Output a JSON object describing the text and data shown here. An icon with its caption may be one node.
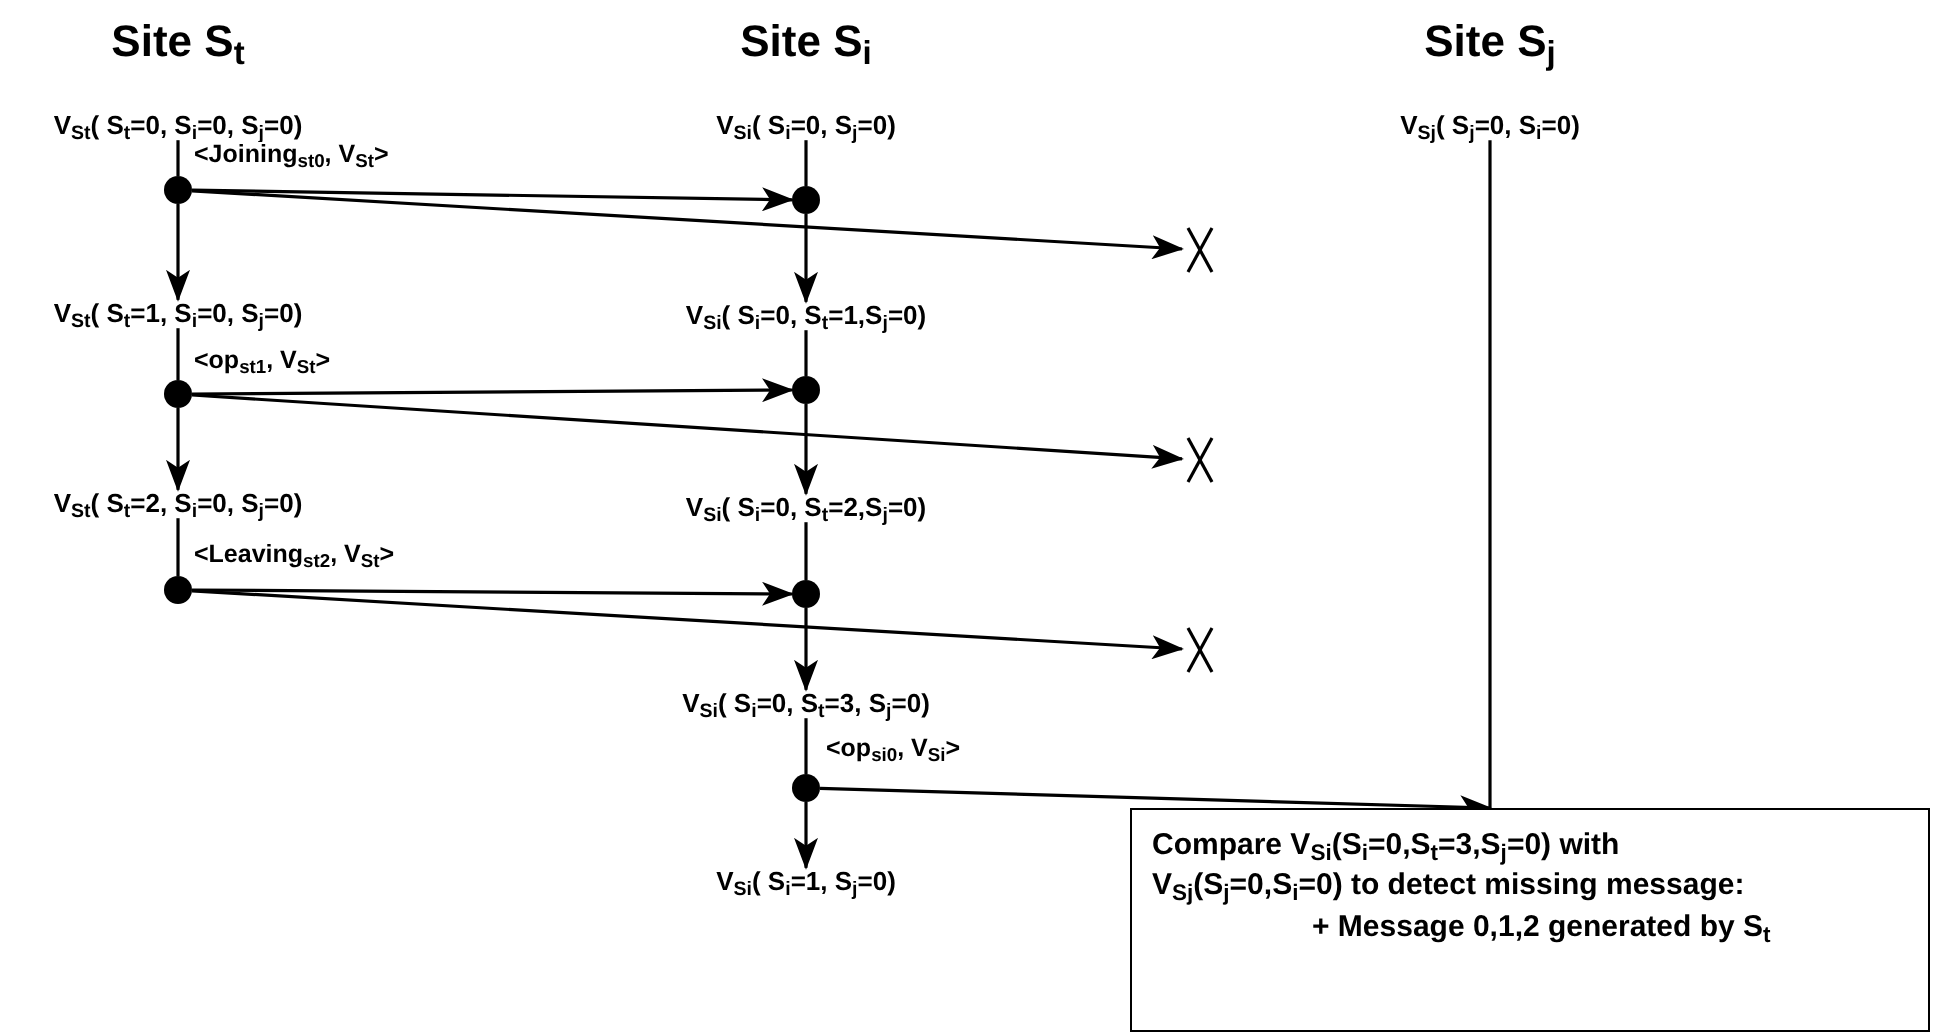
{
  "diagram": {
    "nodes": [
      {
        "text": [
          "V$_{St}$( S$_{t}$=0, S$_{i}$=0, S$_{j}$=0)"
        ]
      },
      {
        "text": [
          "V$_{Si}$( S$_{i}$=0, S$_{j}$=0)"
        ]
      },
      {
        "text": [
          "V$_{Sj}$( S$_{j}$=0, S$_{i}$=0)"
        ]
      },
      {
        "text": [],
        "shape": "circle"
      },
      {
        "text": [],
        "shape": "circle"
      },
      {
        "text": [],
        "shape": "cross"
      },
      {
        "text": [
          "V$_{St}$( S$_{t}$=1, S$_{i}$=0, S$_{j}$=0)"
        ]
      },
      {
        "text": [
          "V$_{Si}$( S$_{i}$=0, S$_{t}$=1,S$_{j}$=0)"
        ]
      },
      {
        "text": [],
        "shape": "circle"
      },
      {
        "text": [],
        "shape": "circle"
      },
      {
        "text": [],
        "shape": "cross"
      },
      {
        "text": [
          "V$_{St}$( S$_{t}$=2, S$_{i}$=0, S$_{j}$=0)"
        ]
      },
      {
        "text": [
          "V$_{Si}$( S$_{i}$=0, S$_{t}$=2,S$_{j}$=0)"
        ]
      },
      {
        "text": [],
        "shape": "circle"
      },
      {
        "text": [],
        "shape": "circle"
      },
      {
        "text": [],
        "shape": "cross"
      },
      {
        "text": [
          "V$_{Si}$( S$_{i}$=0, S$_{t}$=3, S$_{j}$=0)"
        ]
      },
      {
        "text": [],
        "shape": "circle"
      },
      {
        "text": [
          "V$_{Si}$( S$_{i}$=1, S$_{j}$=0)"
        ]
      },
      {
        "text": [
          "Compare V$_{Si}$(S$_{i}$=0,S$_{t}$=3,S$_{j}$=0) with V$_{Sj}$(S$_{j}$=0,S$_{i}$=0) to detect missing message:",
          "+ Message 0,1,2 generated by S$_{t}$"
        ]
      }
    ],
    "edges": [
      {
        "from": 0,
        "to": 3,
        "arrow": "none"
      },
      {
        "from": 3,
        "to": 6,
        "arrow": "to"
      },
      {
        "from": 3,
        "to": 4,
        "arrow": "to",
        "label": "<Joining$_{st0}$, V$_{St}$>"
      },
      {
        "from": 3,
        "to": 5,
        "arrow": "to"
      },
      {
        "from": 1,
        "to": 4,
        "arrow": "none"
      },
      {
        "from": 4,
        "to": 7,
        "arrow": "to"
      },
      {
        "from": 6,
        "to": 8,
        "arrow": "none"
      },
      {
        "from": 8,
        "to": 11,
        "arrow": "to"
      },
      {
        "from": 8,
        "to": 9,
        "arrow": "to",
        "label": "<op$_{st1}$, V$_{St}$>"
      },
      {
        "from": 8,
        "to": 10,
        "arrow": "to"
      },
      {
        "from": 7,
        "to": 9,
        "arrow": "none"
      },
      {
        "from": 9,
        "to": 12,
        "arrow": "to"
      },
      {
        "from": 11,
        "to": 13,
        "arrow": "none"
      },
      {
        "from": 13,
        "to": 14,
        "arrow": "to",
        "label": "<Leaving$_{st2}$, V$_{St}$>"
      },
      {
        "from": 13,
        "to": 15,
        "arrow": "to"
      },
      {
        "from": 12,
        "to": 14,
        "arrow": "none"
      },
      {
        "from": 14,
        "to": 16,
        "arrow": "to"
      },
      {
        "from": 16,
        "to": 17,
        "arrow": "none"
      },
      {
        "from": 17,
        "to": 18,
        "arrow": "to"
      },
      {
        "from": 17,
        "to": 19,
        "arrow": "to",
        "label": "<op$_{si0}$, V$_{Si}$>"
      },
      {
        "from": 2,
        "to": 19,
        "arrow": "none"
      }
    ],
    "labels": [
      "Site S$_{t}$",
      "Site S$_{i}$",
      "Site S$_{j}$"
    ]
  }
}
